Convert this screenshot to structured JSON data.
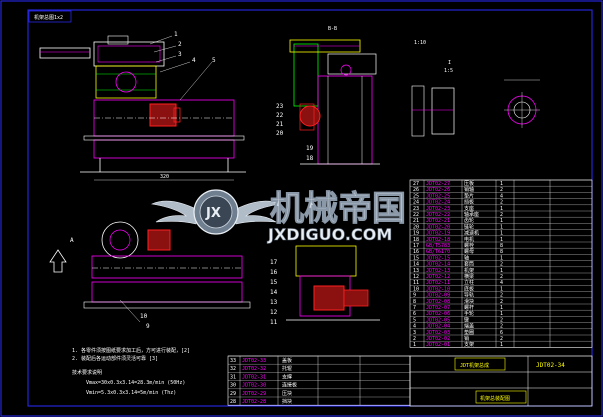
{
  "drawing": {
    "corner_label": "机架总图1x2",
    "section_label": "B-B",
    "section_scale": "1:10",
    "detail_label": "I",
    "detail_scale": "1:5",
    "view_arrow": "A",
    "dimension_top": "320",
    "notes": {
      "line1": "1. 各零件须按图纸要求加工后，方可进行装配，[2]",
      "line2": "2. 装配后各运动部件须灵活可靠 [3]",
      "heading": "技术要求说明",
      "formula1": "Vmax=30x0.3x3.14=28.3m/min (50Hz)",
      "formula2": "Vmin=5.3x0.3x3.14=5m/min (Thz)"
    },
    "callouts_top": [
      "1",
      "2",
      "3",
      "4",
      "5"
    ],
    "callouts_mid": [
      "23",
      "22",
      "21",
      "20",
      "19",
      "18"
    ],
    "callouts_bot": [
      "17",
      "16",
      "15",
      "14",
      "13",
      "12",
      "11"
    ],
    "callouts_left": [
      "10",
      "9"
    ]
  },
  "parts_table": {
    "rows": [
      {
        "no": "27",
        "code": "JDT02-27",
        "name": "压板",
        "qty": "1"
      },
      {
        "no": "26",
        "code": "JDT02-26",
        "name": "销轴",
        "qty": "2"
      },
      {
        "no": "25",
        "code": "JDT02-25",
        "name": "垫片",
        "qty": "4"
      },
      {
        "no": "24",
        "code": "JDT02-24",
        "name": "挡板",
        "qty": "2"
      },
      {
        "no": "23",
        "code": "JDT02-23",
        "name": "支座",
        "qty": "1"
      },
      {
        "no": "22",
        "code": "JDT02-22",
        "name": "轴承座",
        "qty": "2"
      },
      {
        "no": "21",
        "code": "JDT02-21",
        "name": "齿轮",
        "qty": "1"
      },
      {
        "no": "20",
        "code": "JDT02-20",
        "name": "链轮",
        "qty": "1"
      },
      {
        "no": "19",
        "code": "JDT02-19",
        "name": "减速机",
        "qty": "1"
      },
      {
        "no": "18",
        "code": "JDT02-18",
        "name": "电机",
        "qty": "1"
      },
      {
        "no": "17",
        "code": "GB/T5783",
        "name": "螺栓",
        "qty": "8"
      },
      {
        "no": "16",
        "code": "GB/T6170",
        "name": "螺母",
        "qty": "8"
      },
      {
        "no": "15",
        "code": "JDT02-15",
        "name": "轴",
        "qty": "1"
      },
      {
        "no": "14",
        "code": "JDT02-14",
        "name": "套筒",
        "qty": "2"
      },
      {
        "no": "13",
        "code": "JDT02-13",
        "name": "机架",
        "qty": "1"
      },
      {
        "no": "12",
        "code": "JDT02-12",
        "name": "横梁",
        "qty": "2"
      },
      {
        "no": "11",
        "code": "JDT02-11",
        "name": "立柱",
        "qty": "4"
      },
      {
        "no": "10",
        "code": "JDT02-10",
        "name": "底板",
        "qty": "1"
      },
      {
        "no": "9",
        "code": "JDT02-09",
        "name": "导轨",
        "qty": "2"
      },
      {
        "no": "8",
        "code": "JDT02-08",
        "name": "滑块",
        "qty": "2"
      },
      {
        "no": "7",
        "code": "JDT02-07",
        "name": "螺杆",
        "qty": "1"
      },
      {
        "no": "6",
        "code": "JDT02-06",
        "name": "手轮",
        "qty": "1"
      },
      {
        "no": "5",
        "code": "JDT02-05",
        "name": "键",
        "qty": "2"
      },
      {
        "no": "4",
        "code": "JDT02-04",
        "name": "端盖",
        "qty": "2"
      },
      {
        "no": "3",
        "code": "JDT02-03",
        "name": "垫圈",
        "qty": "6"
      },
      {
        "no": "2",
        "code": "JDT02-02",
        "name": "销",
        "qty": "2"
      },
      {
        "no": "1",
        "code": "JDT02-01",
        "name": "支架",
        "qty": "1"
      }
    ]
  },
  "lower_table": {
    "rows": [
      {
        "no": "33",
        "code": "JDT02-33",
        "name": "盖板"
      },
      {
        "no": "32",
        "code": "JDT02-32",
        "name": "托辊"
      },
      {
        "no": "31",
        "code": "JDT02-31",
        "name": "支撑"
      },
      {
        "no": "30",
        "code": "JDT02-30",
        "name": "连接板"
      },
      {
        "no": "29",
        "code": "JDT02-29",
        "name": "压块"
      },
      {
        "no": "28",
        "code": "JDT02-28",
        "name": "挡块"
      }
    ]
  },
  "title_block": {
    "drawing_no": "JDT02-34",
    "title": "机架总装配图",
    "project": "JDT机架总成"
  },
  "watermark": {
    "main": "机械帝国",
    "sub": "JXDIGUO.COM"
  },
  "colors": {
    "background": "#000000",
    "frame": "#2b2bff",
    "outline": "#ffffff",
    "magenta": "#ff00ff",
    "red": "#ff2020",
    "green": "#00ff00",
    "yellow": "#ffff00",
    "cyan": "#00ffff",
    "watermark": "#cfd8e2"
  }
}
